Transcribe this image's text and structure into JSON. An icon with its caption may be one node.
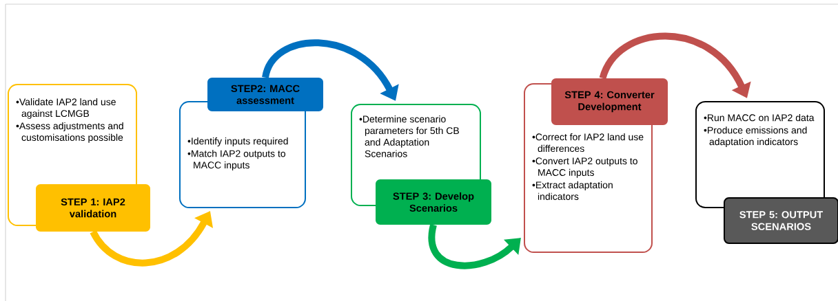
{
  "diagram": {
    "nodes": [
      {
        "text": [
          "•Validate IAP2 land use against LCMGB",
          "•Assess adjustments and customisations possible"
        ]
      },
      {
        "text": [
          "STEP 1: IAP2 validation"
        ]
      },
      {
        "text": [
          "•Identify inputs required",
          "•Match IAP2 outputs to MACC inputs"
        ]
      },
      {
        "text": [
          "STEP2: MACC assessment"
        ]
      },
      {
        "text": [
          "•Determine scenario parameters for 5th CB and Adaptation Scenarios"
        ]
      },
      {
        "text": [
          "STEP 3: Develop Scenarios"
        ]
      },
      {
        "text": [
          "•Correct for IAP2 land use differences",
          "•Convert IAP2 outputs to MACC inputs",
          "•Extract adaptation indicators"
        ]
      },
      {
        "text": [
          "STEP 4: Converter Development"
        ]
      },
      {
        "text": [
          "•Run MACC on IAP2 data",
          "•Produce emissions and adaptation indicators"
        ]
      },
      {
        "text": [
          "STEP 5: OUTPUT SCENARIOS"
        ]
      }
    ],
    "edges": [
      {
        "from": 1,
        "to": 2,
        "arrow": "to",
        "color": "#ffc000"
      },
      {
        "from": 3,
        "to": 4,
        "arrow": "to",
        "color": "#0070c0"
      },
      {
        "from": 5,
        "to": 6,
        "arrow": "to",
        "color": "#00b050"
      },
      {
        "from": 7,
        "to": 8,
        "arrow": "to",
        "color": "#c0504d"
      }
    ]
  }
}
